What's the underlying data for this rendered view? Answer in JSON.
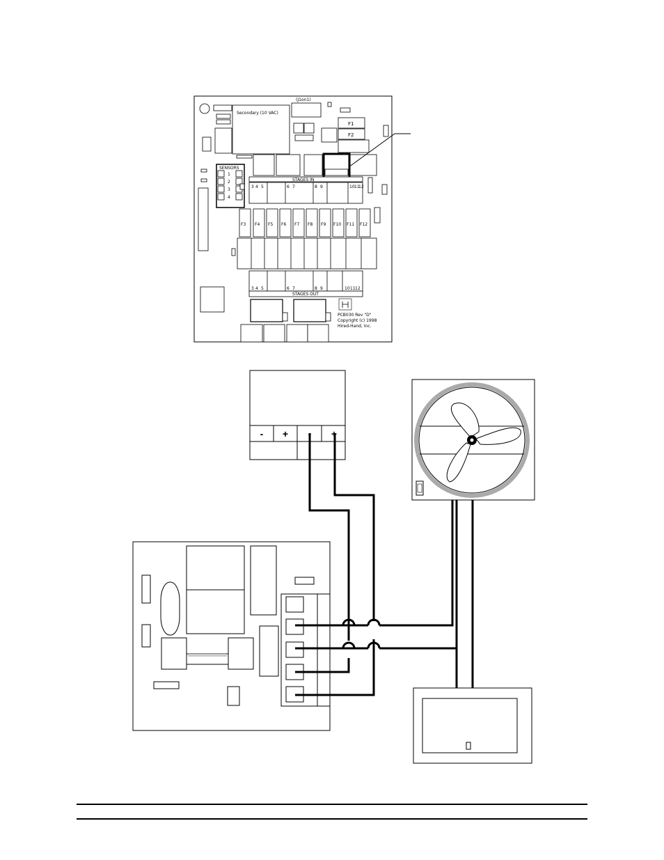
{
  "main_board": {
    "secondary_label": "Secondary (10 VAC)",
    "top_label": "(J1on1)",
    "fuse_labels": [
      "F1",
      "F2"
    ],
    "stage_fuses": [
      "F3",
      "F4",
      "F5",
      "F6",
      "F7",
      "F8",
      "F9",
      "F10",
      "F11",
      "F12"
    ],
    "stages_in_label": "STAGES IN",
    "stages_out_label": "STAGES OUT",
    "stages_in_numbers": [
      "3",
      "4",
      "5",
      "6",
      "7",
      "8",
      "9",
      "10",
      "11",
      "12"
    ],
    "stages_out_numbers": [
      "3",
      "4",
      "5",
      "6",
      "7",
      "8",
      "9",
      "10",
      "11",
      "12"
    ],
    "sensor_numbers": [
      "1",
      "2",
      "3",
      "4"
    ],
    "sensors_label": "SENSORS",
    "board_id": "PCB030  Rev \"D\"",
    "copyright": "Copyright (c) 1998",
    "company": "Hired-Hand, Inc."
  },
  "terminal_block": {
    "labels": [
      "-",
      "+",
      "-",
      "+"
    ]
  }
}
